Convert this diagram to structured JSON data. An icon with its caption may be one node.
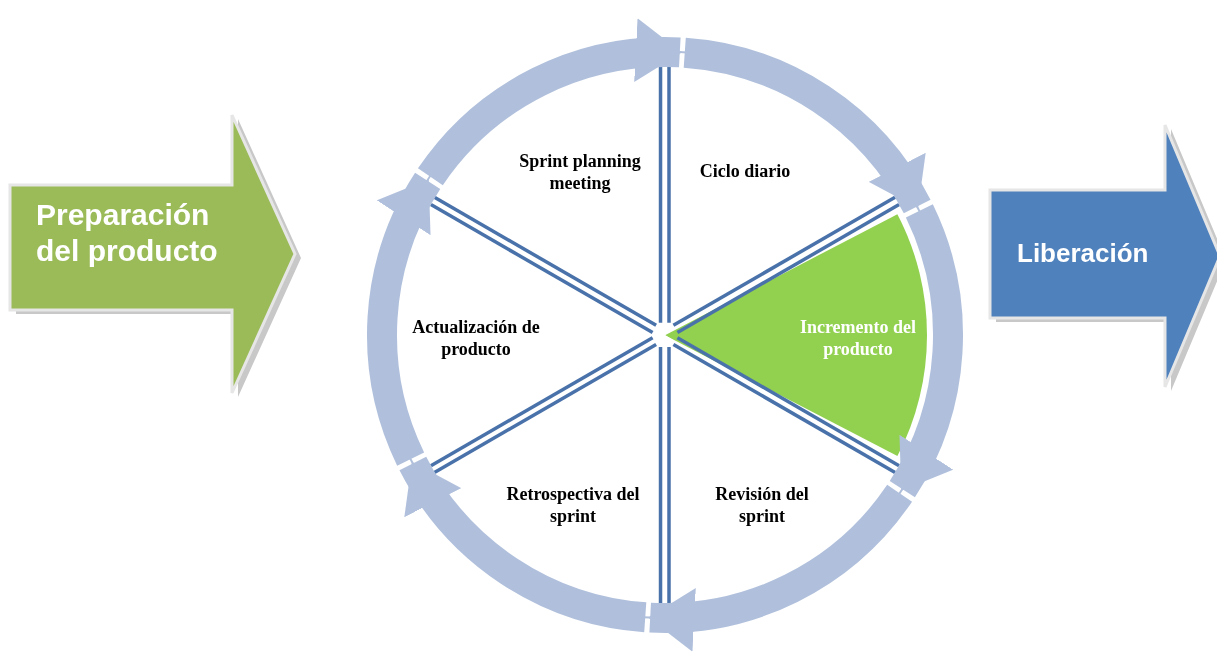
{
  "diagram": {
    "nodes": [
      {
        "text": [
          "Preparación del producto"
        ]
      },
      {
        "text": [
          "Sprint planning meeting"
        ]
      },
      {
        "text": [
          "Ciclo diario"
        ]
      },
      {
        "text": [
          "Incremento del producto"
        ]
      },
      {
        "text": [
          "Revisión del sprint"
        ]
      },
      {
        "text": [
          "Retrospectiva del sprint"
        ]
      },
      {
        "text": [
          "Actualización de producto"
        ]
      },
      {
        "text": [
          "Liberación"
        ]
      }
    ],
    "edges": [
      {
        "from": 1,
        "to": 2,
        "arrow": "to"
      },
      {
        "from": 2,
        "to": 3,
        "arrow": "to"
      },
      {
        "from": 3,
        "to": 4,
        "arrow": "to"
      },
      {
        "from": 4,
        "to": 5,
        "arrow": "to"
      },
      {
        "from": 5,
        "to": 6,
        "arrow": "to"
      },
      {
        "from": 6,
        "to": 1,
        "arrow": "to"
      }
    ]
  }
}
